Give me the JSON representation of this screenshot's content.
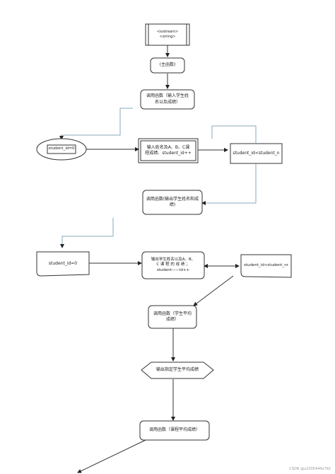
{
  "nodes": {
    "includes": {
      "line1": "<iostream>",
      "line2": "<string>"
    },
    "main": "(主函数)",
    "call_input": {
      "line1": "调用函数（输入学生姓",
      "line2": "名以及成绩）"
    },
    "student_id_0_top": "student_id=0",
    "input_names": {
      "line1": "输入姓名及A、B、C课",
      "line2": "程成绩、student_id++"
    },
    "cond_top": "student_id<student_n",
    "call_output": {
      "line1": "调用函数(输出学生姓名和成",
      "line2": "绩)"
    },
    "student_id_0_mid": "student_id=0",
    "output_names": {
      "line1": "输出学生姓名以及A、B、",
      "line2": "C 课 程 的 成 绩 ；",
      "line3": "student——id++"
    },
    "cond_mid": "student_id<student_nr",
    "call_avg": {
      "line1": "调用函数（学生平均",
      "line2": "成绩）"
    },
    "output_avg": "输出指定学生平均成绩",
    "call_course_avg": "调用函数（课程平均成绩）"
  },
  "watermark": "CSDN @u2305444x792"
}
